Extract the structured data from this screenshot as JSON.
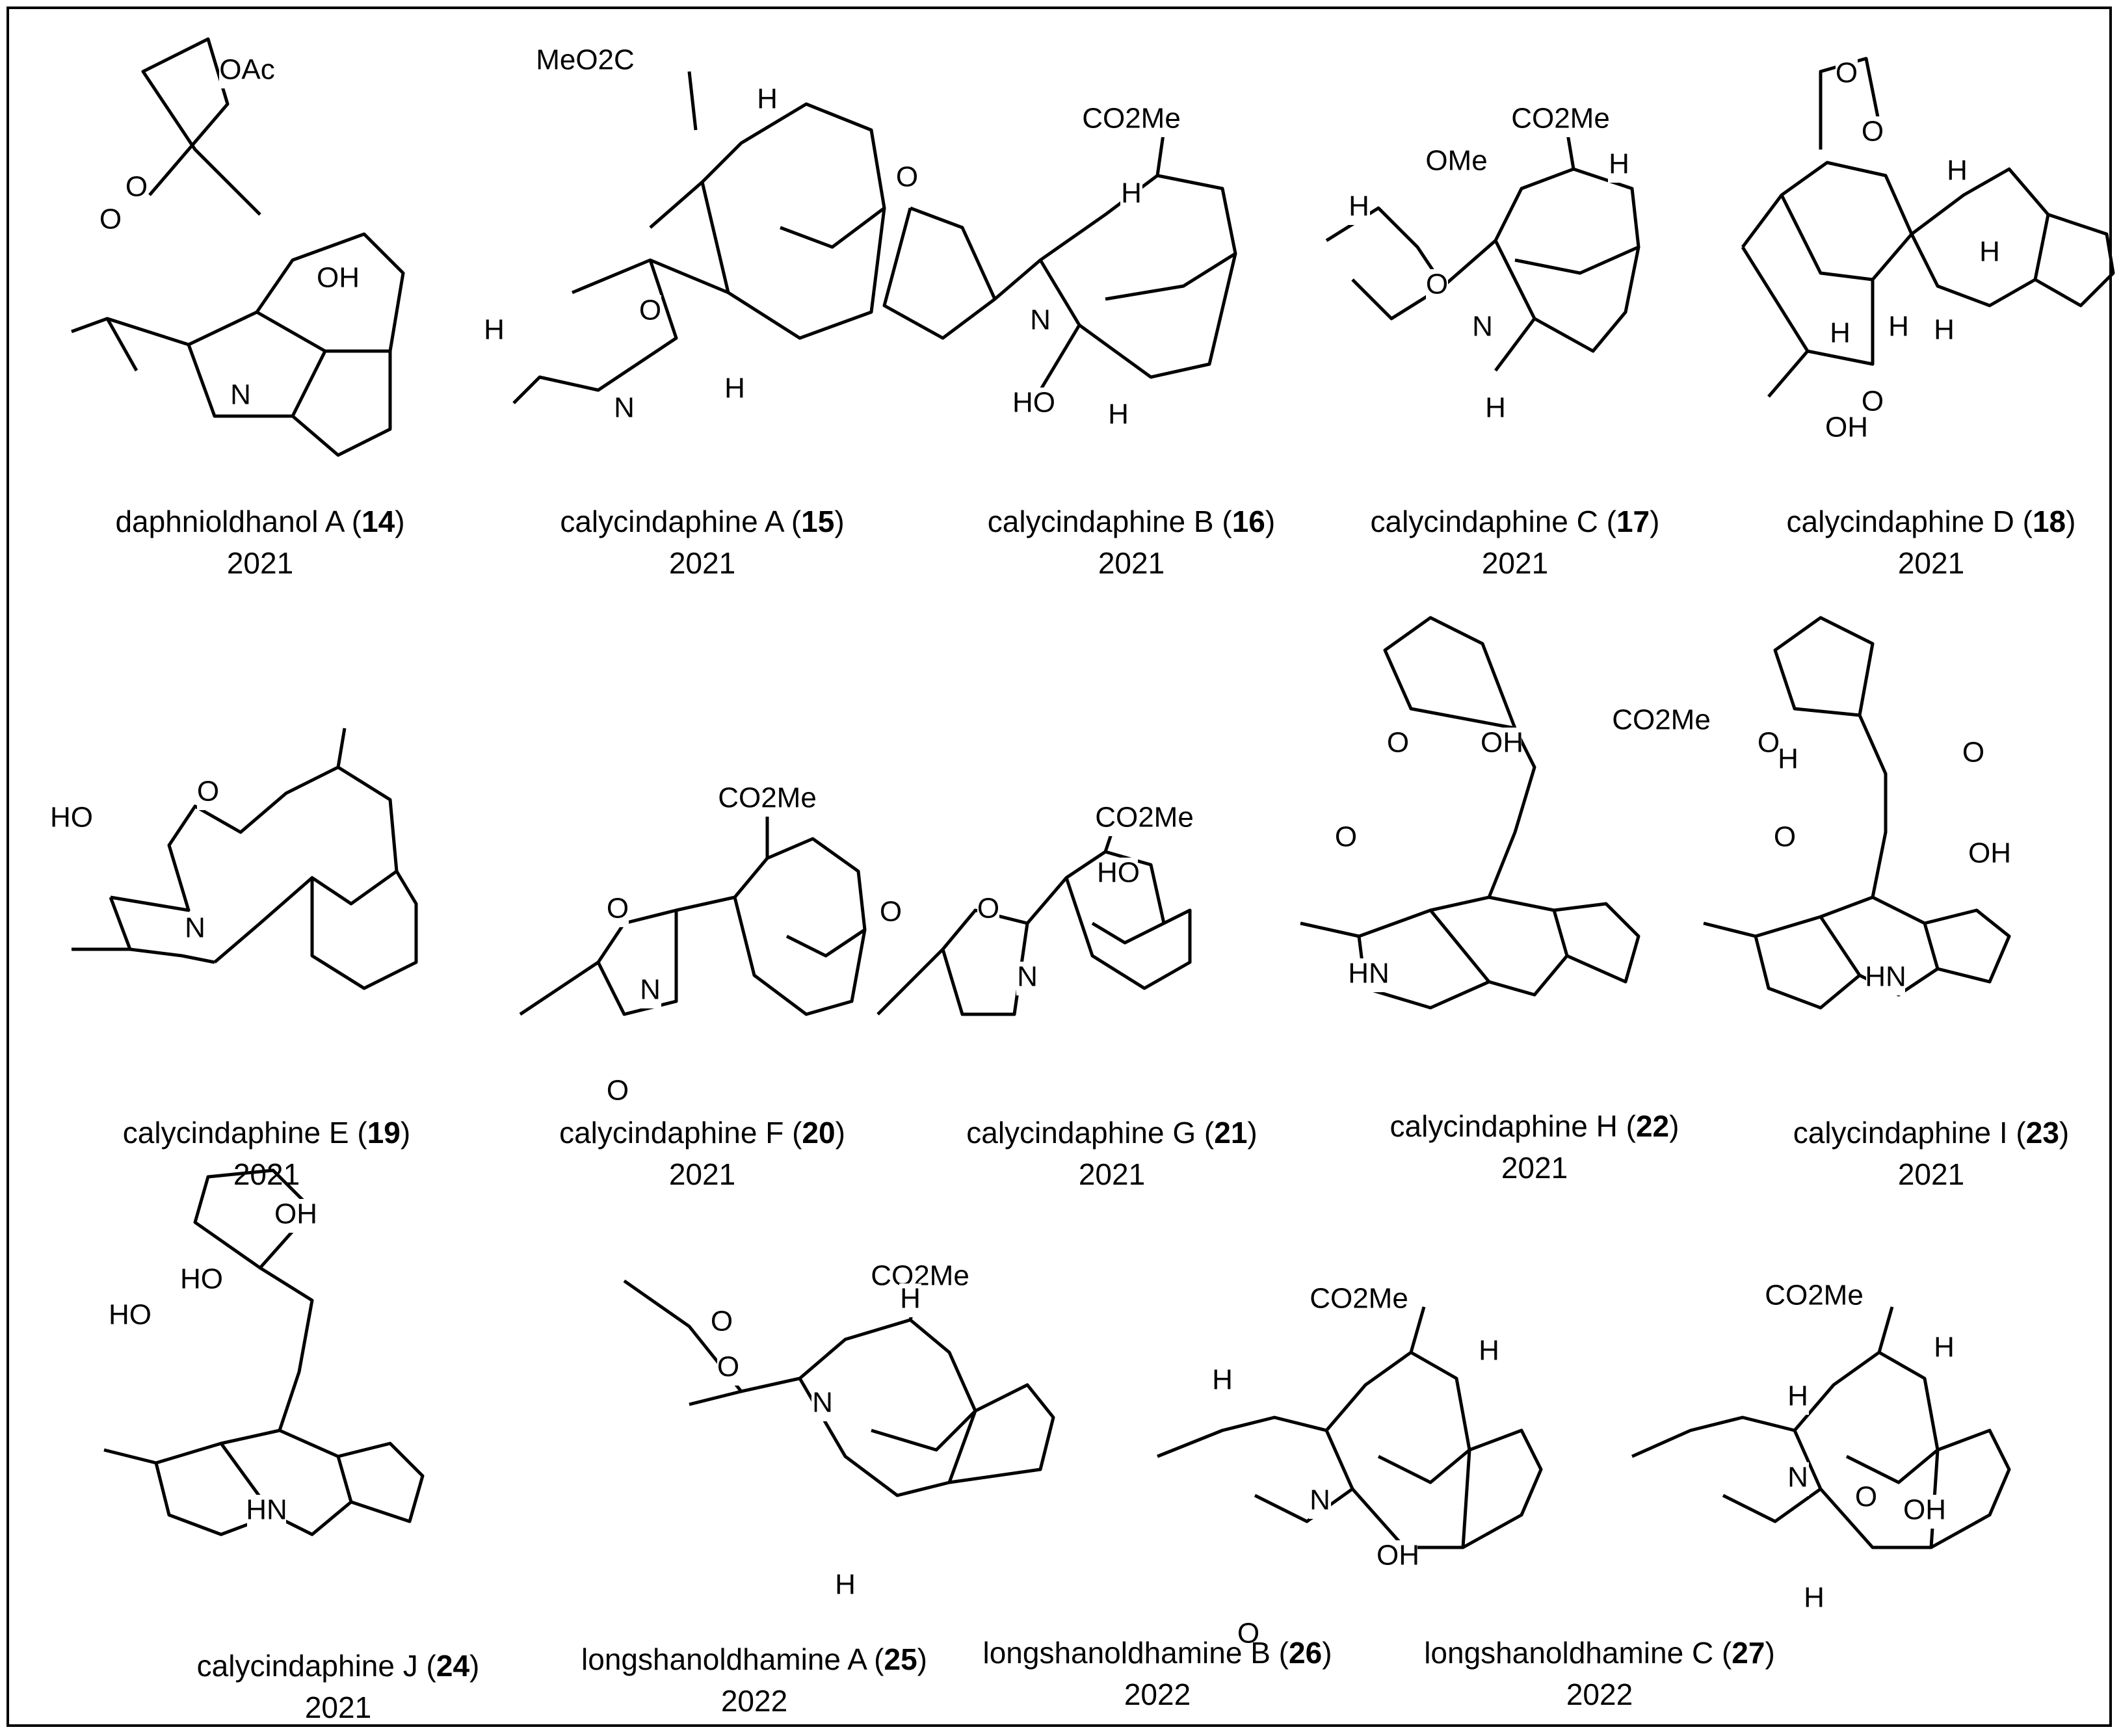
{
  "compounds": [
    {
      "name": "daphnioldhanol A",
      "number": "14",
      "year": "2021",
      "labels": [
        "OAc",
        "O",
        "O",
        "OH",
        "N"
      ]
    },
    {
      "name": "calycindaphine A",
      "number": "15",
      "year": "2021",
      "labels": [
        "MeO2C",
        "H",
        "H",
        "O",
        "N",
        "H"
      ]
    },
    {
      "name": "calycindaphine B",
      "number": "16",
      "year": "2021",
      "labels": [
        "CO2Me",
        "O",
        "H",
        "N",
        "HO",
        "H"
      ]
    },
    {
      "name": "calycindaphine C",
      "number": "17",
      "year": "2021",
      "labels": [
        "OMe",
        "CO2Me",
        "H",
        "H",
        "O",
        "N",
        "H"
      ]
    },
    {
      "name": "calycindaphine D",
      "number": "18",
      "year": "2021",
      "labels": [
        "O",
        "O",
        "H",
        "H",
        "H",
        "H",
        "H",
        "O",
        "OH"
      ]
    },
    {
      "name": "calycindaphine E",
      "number": "19",
      "year": "2021",
      "labels": [
        "CO2Me",
        "H",
        "HO",
        "O",
        "N"
      ]
    },
    {
      "name": "calycindaphine F",
      "number": "20",
      "year": "2021",
      "labels": [
        "CO2Me",
        "O",
        "O",
        "N",
        "O"
      ]
    },
    {
      "name": "calycindaphine G",
      "number": "21",
      "year": "2021",
      "labels": [
        "CO2Me",
        "O",
        "HO",
        "N"
      ]
    },
    {
      "name": "calycindaphine H",
      "number": "22",
      "year": "2021",
      "labels": [
        "O",
        "O",
        "OH",
        "HN"
      ]
    },
    {
      "name": "calycindaphine I",
      "number": "23",
      "year": "2021",
      "labels": [
        "O",
        "O",
        "O",
        "OH",
        "HN"
      ]
    },
    {
      "name": "calycindaphine J",
      "number": "24",
      "year": "2021",
      "labels": [
        "OH",
        "HO",
        "HO",
        "HN"
      ]
    },
    {
      "name": "longshanoldhamine A",
      "number": "25",
      "year": "2022",
      "labels": [
        "CO2Me",
        "H",
        "O",
        "O",
        "N",
        "H"
      ]
    },
    {
      "name": "longshanoldhamine B",
      "number": "26",
      "year": "2022",
      "labels": [
        "CO2Me",
        "H",
        "H",
        "N",
        "OH",
        "O"
      ]
    },
    {
      "name": "longshanoldhamine C",
      "number": "27",
      "year": "2022",
      "labels": [
        "CO2Me",
        "H",
        "H",
        "N",
        "O",
        "OH",
        "H"
      ]
    }
  ]
}
